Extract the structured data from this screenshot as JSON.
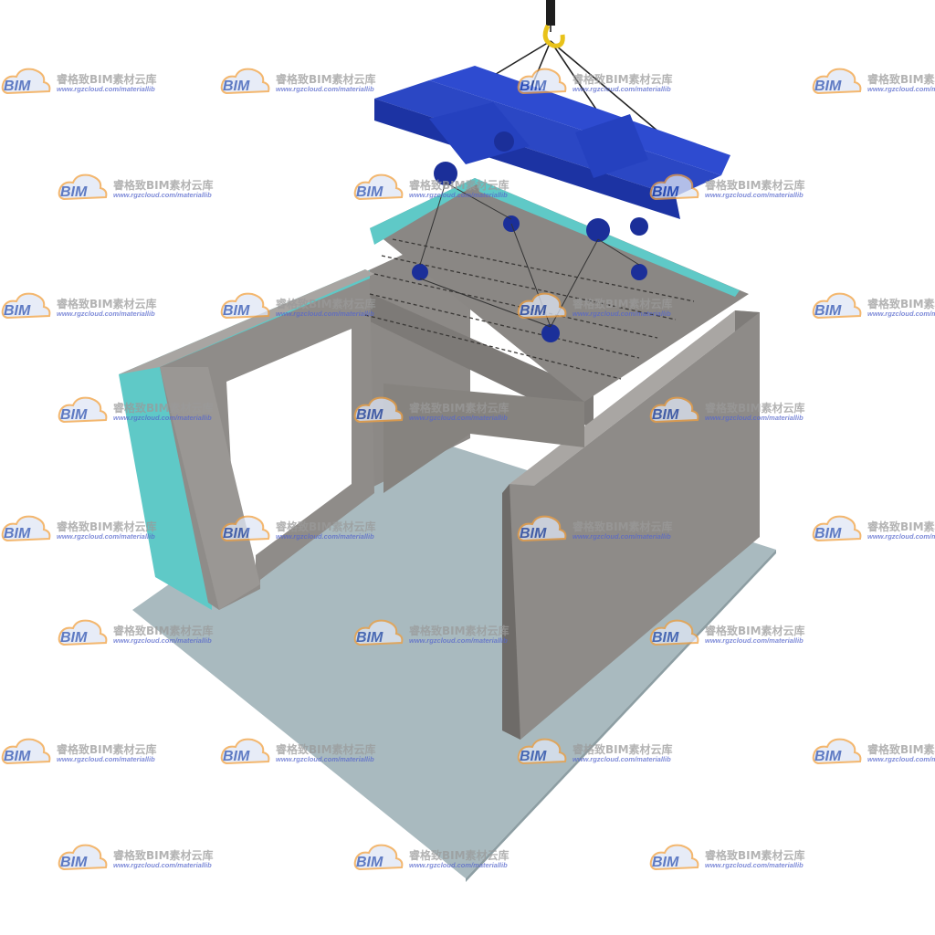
{
  "image": {
    "subject": "precast-concrete-wall-hoisting-scene",
    "colors": {
      "background": "#ffffff",
      "floor": "#a7b8be",
      "concrete": "#8f8c89",
      "concrete_dark": "#6f6c69",
      "insulation": "#5fc9c7",
      "spreader_beam": "#1f3cb8",
      "hook": "#e8c21a",
      "cable": "#2b2b2b"
    }
  },
  "watermark": {
    "logo_text": "BIM",
    "title": "睿格致BIM素材云库",
    "url": "www.rgzcloud.com/materiallib"
  }
}
